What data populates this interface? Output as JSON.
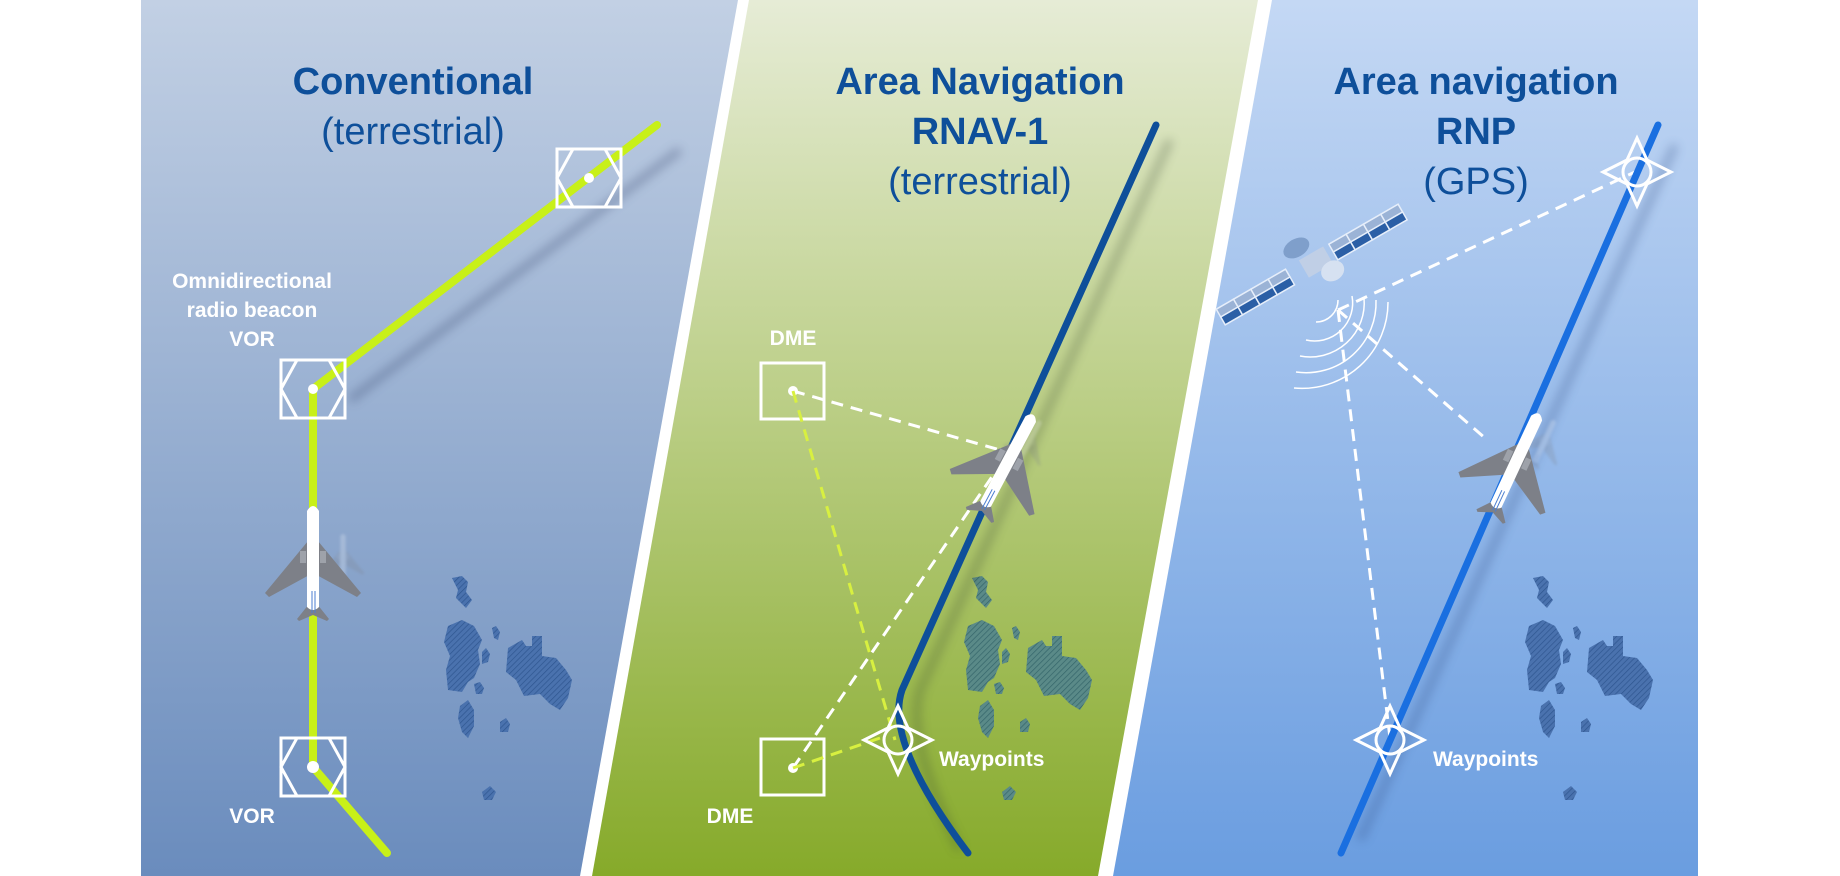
{
  "colors": {
    "panel1_top": "#c2d0e4",
    "panel1_bottom": "#6a8cbd",
    "panel2_top": "#e6ecd6",
    "panel2_bottom": "#86aa2a",
    "panel3_top": "#c4d8f4",
    "panel3_bottom": "#6a9de0",
    "title": "#0e4f9a",
    "route_conventional": "#c8f018",
    "route_rnav": "#0e4f9a",
    "route_rnp": "#1a6fe0",
    "dme_link": "#d8f040",
    "signal_link": "#ffffff",
    "aircraft_body": "#ffffff",
    "aircraft_wing": "#7d8088",
    "island_fill": "#4a72ae"
  },
  "panels": [
    {
      "id": "conventional",
      "title_line1": "Conventional",
      "title_line2": "(terrestrial)",
      "labels": {
        "beacon_line1": "Omnidirectional",
        "beacon_line2": "radio beacon",
        "beacon_line3": "VOR",
        "vor_bottom": "VOR"
      }
    },
    {
      "id": "rnav",
      "title_line1": "Area Navigation",
      "title_line2": "RNAV-1",
      "title_line3": "(terrestrial)",
      "labels": {
        "dme_top": "DME",
        "dme_bottom": "DME",
        "waypoints": "Waypoints"
      }
    },
    {
      "id": "rnp",
      "title_line1": "Area navigation",
      "title_line2": "RNP",
      "title_line3": "(GPS)",
      "labels": {
        "waypoints": "Waypoints"
      }
    }
  ]
}
